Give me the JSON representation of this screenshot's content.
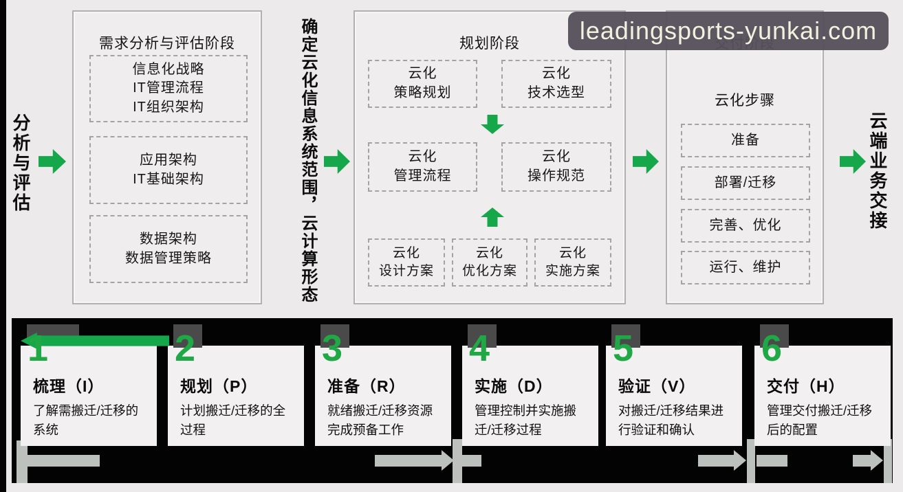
{
  "watermark": {
    "text": "leadingsports-yunkai.com"
  },
  "colors": {
    "accent_green": "#16A74A",
    "band_black": "#030303",
    "gray_bar": "#bdc1bd"
  },
  "top": {
    "left_label": "分析与评估",
    "bridge_label": "确定云化信息系统范围，云计算形态",
    "right_label": "云端业务交接"
  },
  "phase1": {
    "title": "需求分析与评估阶段",
    "box1": [
      "信息化战略",
      "IT管理流程",
      "IT组织架构"
    ],
    "box2": [
      "应用架构",
      "IT基础架构"
    ],
    "box3": [
      "数据架构",
      "数据管理策略"
    ]
  },
  "phase2": {
    "title": "规划阶段",
    "r1c1": [
      "云化",
      "策略规划"
    ],
    "r1c2": [
      "云化",
      "技术选型"
    ],
    "r2c1": [
      "云化",
      "管理流程"
    ],
    "r2c2": [
      "云化",
      "操作规范"
    ],
    "r3c1": [
      "云化",
      "设计方案"
    ],
    "r3c2": [
      "云化",
      "优化方案"
    ],
    "r3c3": [
      "云化",
      "实施方案"
    ]
  },
  "phase3": {
    "title": "交付阶段",
    "subtitle": "云化步骤",
    "steps": [
      "准备",
      "部署/迁移",
      "完善、优化",
      "运行、维护"
    ]
  },
  "bottom": {
    "steps": [
      {
        "num": "1",
        "title": "梳理（I）",
        "desc": "了解需搬迁/迁移的系统"
      },
      {
        "num": "2",
        "title": "规划（P）",
        "desc": "计划搬迁/迁移的全过程"
      },
      {
        "num": "3",
        "title": "准备（R）",
        "desc": "就绪搬迁/迁移资源完成预备工作"
      },
      {
        "num": "4",
        "title": "实施（D）",
        "desc": "管理控制并实施搬迁/迁移过程"
      },
      {
        "num": "5",
        "title": "验证（V）",
        "desc": "对搬迁/迁移结果进行验证和确认"
      },
      {
        "num": "6",
        "title": "交付（H）",
        "desc": "管理交付搬迁/迁移后的配置"
      }
    ]
  }
}
